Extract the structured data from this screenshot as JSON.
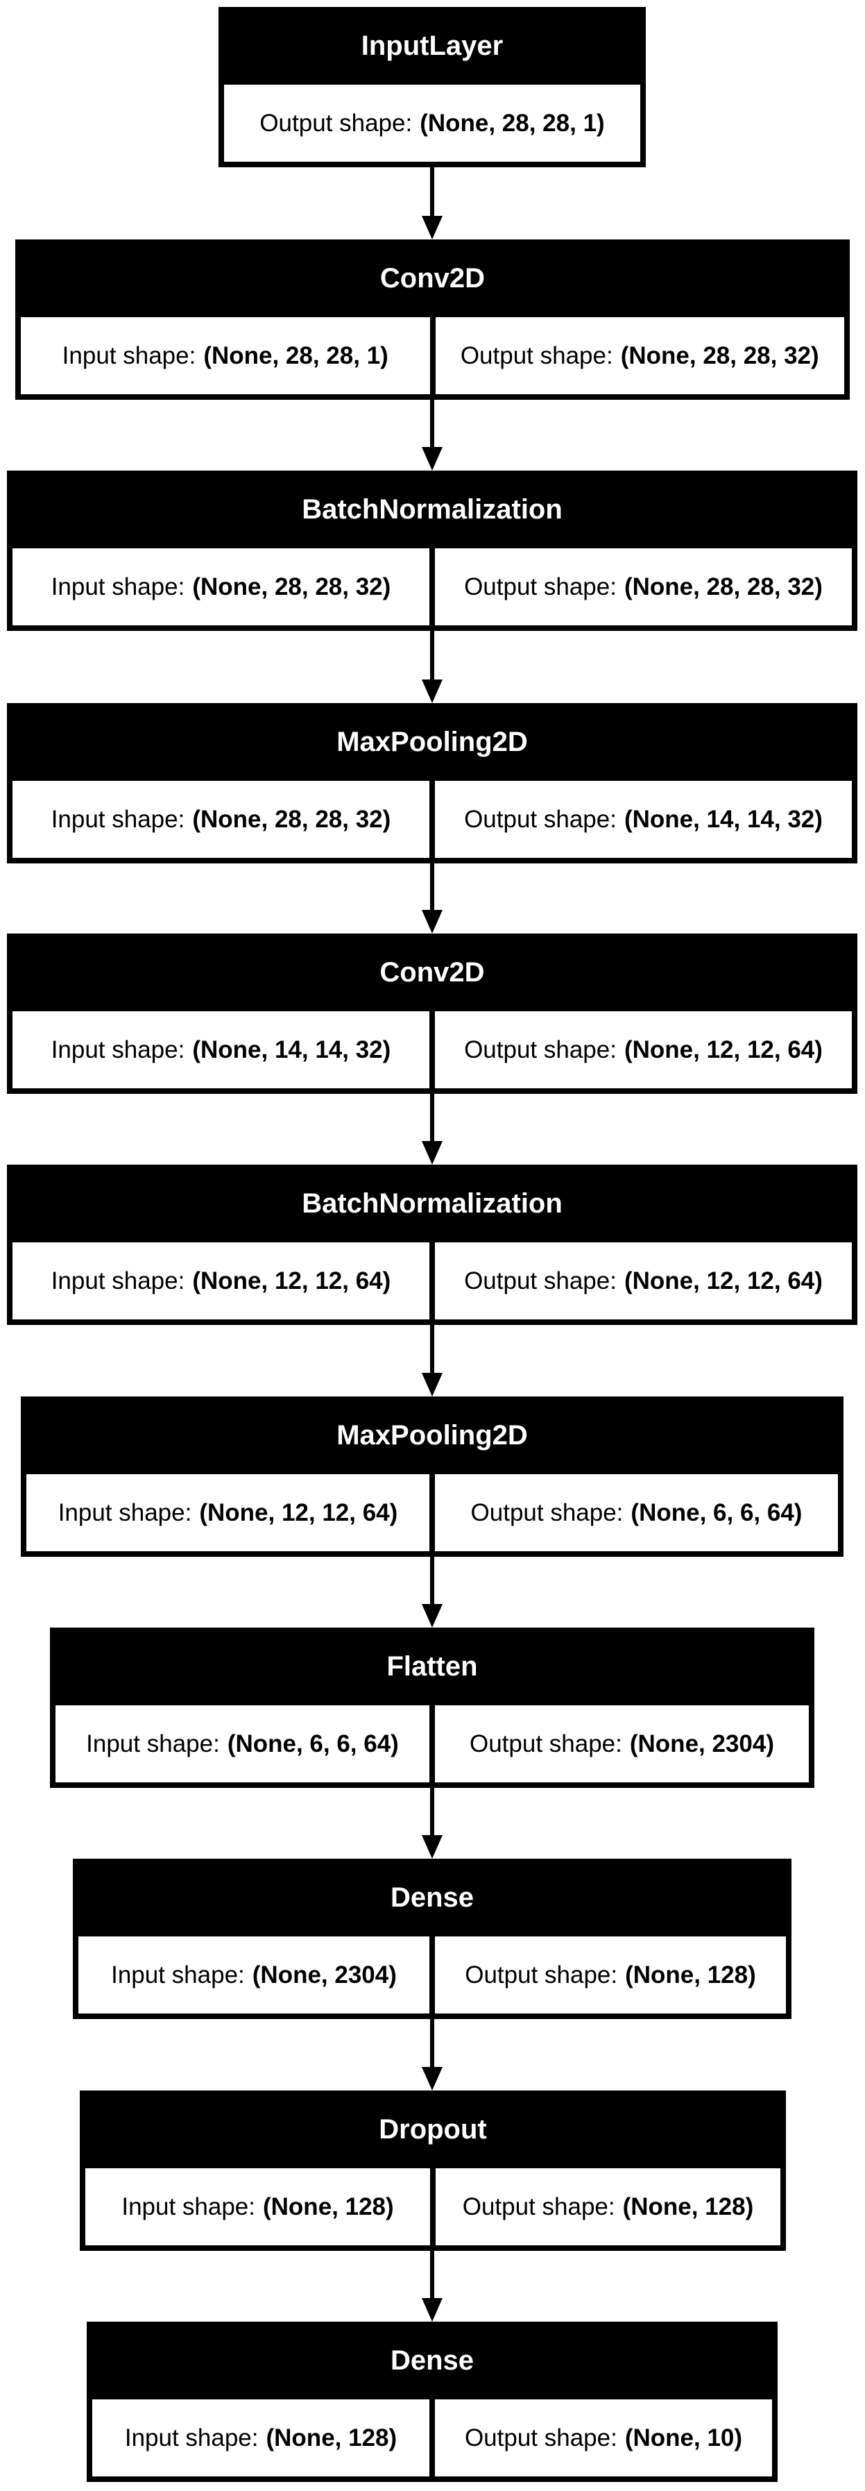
{
  "diagram": {
    "nodes": [
      {
        "title": "InputLayer",
        "output_label": "Output shape:",
        "output_value": "(None, 28, 28, 1)"
      },
      {
        "title": "Conv2D",
        "input_label": "Input shape:",
        "input_value": "(None, 28, 28, 1)",
        "output_label": "Output shape:",
        "output_value": "(None, 28, 28, 32)"
      },
      {
        "title": "BatchNormalization",
        "input_label": "Input shape:",
        "input_value": "(None, 28, 28, 32)",
        "output_label": "Output shape:",
        "output_value": "(None, 28, 28, 32)"
      },
      {
        "title": "MaxPooling2D",
        "input_label": "Input shape:",
        "input_value": "(None, 28, 28, 32)",
        "output_label": "Output shape:",
        "output_value": "(None, 14, 14, 32)"
      },
      {
        "title": "Conv2D",
        "input_label": "Input shape:",
        "input_value": "(None, 14, 14, 32)",
        "output_label": "Output shape:",
        "output_value": "(None, 12, 12, 64)"
      },
      {
        "title": "BatchNormalization",
        "input_label": "Input shape:",
        "input_value": "(None, 12, 12, 64)",
        "output_label": "Output shape:",
        "output_value": "(None, 12, 12, 64)"
      },
      {
        "title": "MaxPooling2D",
        "input_label": "Input shape:",
        "input_value": "(None, 12, 12, 64)",
        "output_label": "Output shape:",
        "output_value": "(None, 6, 6, 64)"
      },
      {
        "title": "Flatten",
        "input_label": "Input shape:",
        "input_value": "(None, 6, 6, 64)",
        "output_label": "Output shape:",
        "output_value": "(None, 2304)"
      },
      {
        "title": "Dense",
        "input_label": "Input shape:",
        "input_value": "(None, 2304)",
        "output_label": "Output shape:",
        "output_value": "(None, 128)"
      },
      {
        "title": "Dropout",
        "input_label": "Input shape:",
        "input_value": "(None, 128)",
        "output_label": "Output shape:",
        "output_value": "(None, 128)"
      },
      {
        "title": "Dense",
        "input_label": "Input shape:",
        "input_value": "(None, 128)",
        "output_label": "Output shape:",
        "output_value": "(None, 10)"
      }
    ],
    "edges": [
      {
        "from": 0,
        "to": 1
      },
      {
        "from": 1,
        "to": 2
      },
      {
        "from": 2,
        "to": 3
      },
      {
        "from": 3,
        "to": 4
      },
      {
        "from": 4,
        "to": 5
      },
      {
        "from": 5,
        "to": 6
      },
      {
        "from": 6,
        "to": 7
      },
      {
        "from": 7,
        "to": 8
      },
      {
        "from": 8,
        "to": 9
      },
      {
        "from": 9,
        "to": 10
      }
    ]
  }
}
